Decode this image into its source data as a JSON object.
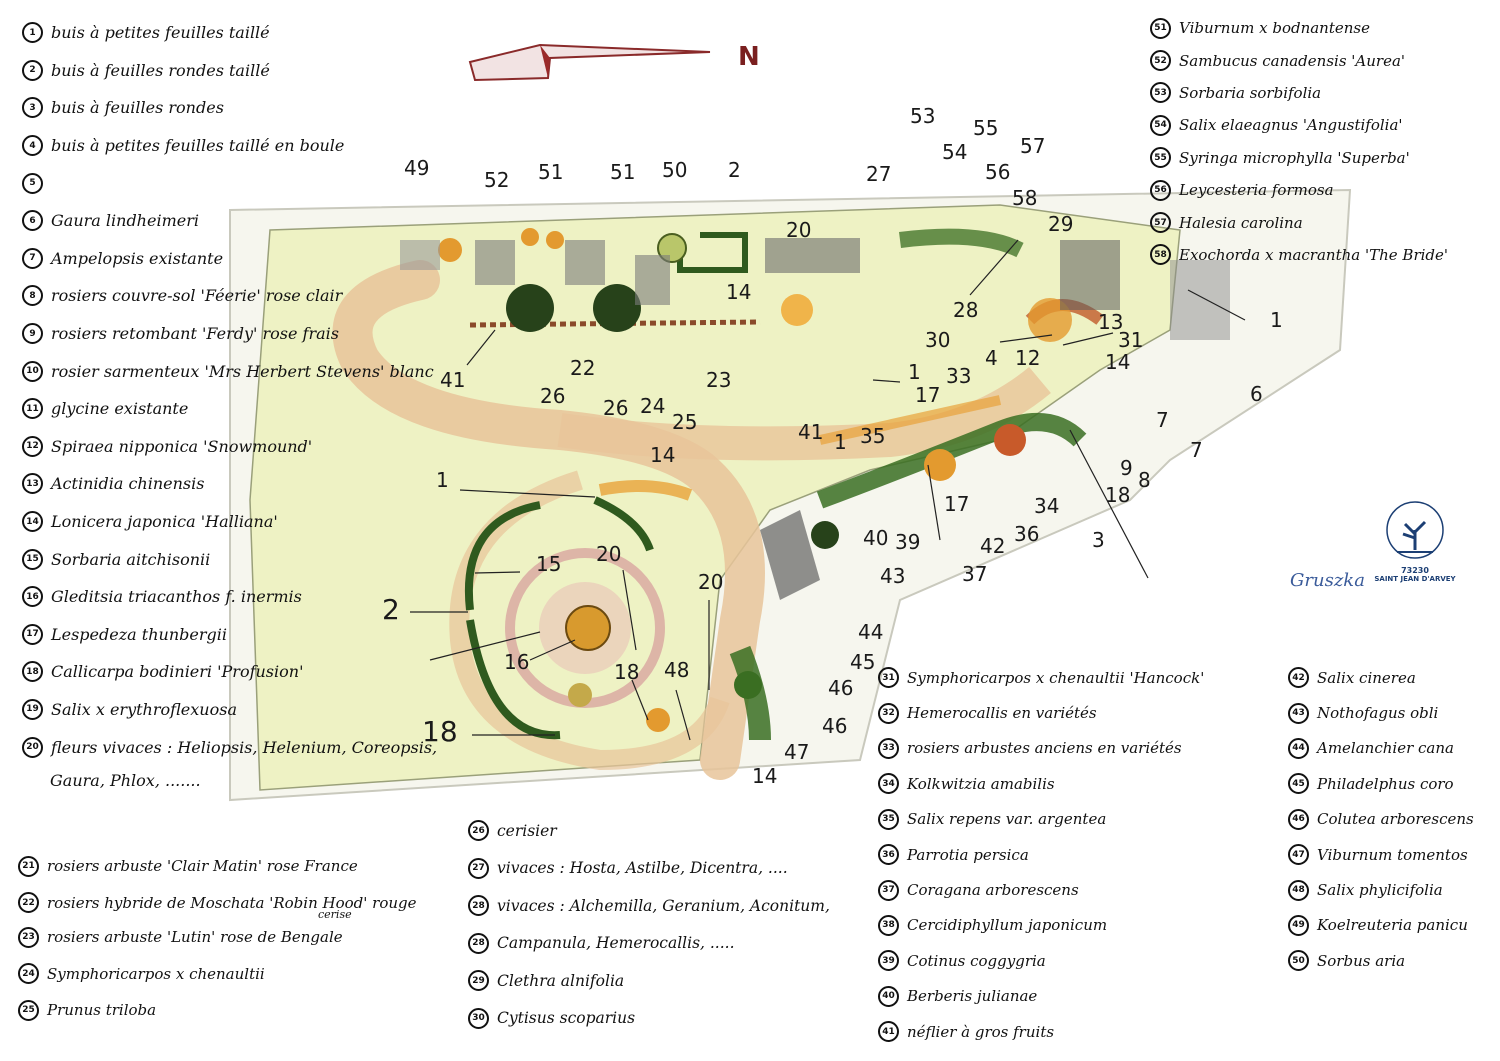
{
  "legend_a": [
    {
      "n": "1",
      "text": "buis à petites feuilles taillé"
    },
    {
      "n": "2",
      "text": "buis à feuilles rondes taillé"
    },
    {
      "n": "3",
      "text": "buis à feuilles rondes"
    },
    {
      "n": "4",
      "text": "buis à petites feuilles taillé en boule"
    },
    {
      "n": "5",
      "text": ""
    },
    {
      "n": "6",
      "text": "Gaura lindheimeri"
    },
    {
      "n": "7",
      "text": "Ampelopsis existante"
    },
    {
      "n": "8",
      "text": "rosiers couvre-sol 'Féerie' rose clair"
    },
    {
      "n": "9",
      "text": "rosiers retombant 'Ferdy' rose frais"
    },
    {
      "n": "10",
      "text": "rosier sarmenteux 'Mrs Herbert Stevens' blanc"
    },
    {
      "n": "11",
      "text": "glycine existante"
    },
    {
      "n": "12",
      "text": "Spiraea nipponica 'Snowmound'"
    },
    {
      "n": "13",
      "text": "Actinidia chinensis"
    },
    {
      "n": "14",
      "text": "Lonicera japonica 'Halliana'"
    },
    {
      "n": "15",
      "text": "Sorbaria aitchisonii"
    },
    {
      "n": "16",
      "text": "Gleditsia triacanthos f. inermis"
    },
    {
      "n": "17",
      "text": "Lespedeza thunbergii"
    },
    {
      "n": "18",
      "text": "Callicarpa bodinieri 'Profusion'"
    },
    {
      "n": "19",
      "text": "Salix x erythroflexuosa"
    },
    {
      "n": "20",
      "text": "fleurs vivaces : Heliopsis, Helenium, Coreopsis,"
    }
  ],
  "legend_a_cont": "Gaura, Phlox, .......",
  "legend_b": [
    {
      "n": "21",
      "text": "rosiers arbuste 'Clair Matin' rose France"
    },
    {
      "n": "22",
      "text": "rosiers hybride de Moschata 'Robin Hood' rouge"
    },
    {
      "n": "23",
      "text": "rosiers arbuste 'Lutin' rose de Bengale"
    },
    {
      "n": "24",
      "text": "Symphoricarpos x chenaultii"
    },
    {
      "n": "25",
      "text": "Prunus triloba"
    }
  ],
  "legend_b_sub": "cerise",
  "legend_c": [
    {
      "n": "26",
      "text": "cerisier"
    },
    {
      "n": "27",
      "text": "vivaces : Hosta, Astilbe, Dicentra, ...."
    },
    {
      "n": "28",
      "text": "vivaces : Alchemilla, Geranium, Aconitum,"
    },
    {
      "n": "28",
      "text": "Campanula, Hemerocallis, ....."
    },
    {
      "n": "29",
      "text": "Clethra alnifolia"
    },
    {
      "n": "30",
      "text": "Cytisus scoparius"
    }
  ],
  "legend_d": [
    {
      "n": "31",
      "text": "Symphoricarpos x chenaultii 'Hancock'"
    },
    {
      "n": "32",
      "text": "Hemerocallis en variétés"
    },
    {
      "n": "33",
      "text": "rosiers arbustes anciens en variétés"
    },
    {
      "n": "34",
      "text": "Kolkwitzia amabilis"
    },
    {
      "n": "35",
      "text": "Salix repens var. argentea"
    },
    {
      "n": "36",
      "text": "Parrotia persica"
    },
    {
      "n": "37",
      "text": "Coragana arborescens"
    },
    {
      "n": "38",
      "text": "Cercidiphyllum japonicum"
    },
    {
      "n": "39",
      "text": "Cotinus coggygria"
    },
    {
      "n": "40",
      "text": "Berberis julianae"
    },
    {
      "n": "41",
      "text": "néflier à gros fruits"
    }
  ],
  "legend_e": [
    {
      "n": "42",
      "text": "Salix cinerea"
    },
    {
      "n": "43",
      "text": "Nothofagus obli"
    },
    {
      "n": "44",
      "text": "Amelanchier cana"
    },
    {
      "n": "45",
      "text": "Philadelphus coro"
    },
    {
      "n": "46",
      "text": "Colutea arborescens"
    },
    {
      "n": "47",
      "text": "Viburnum tomentos"
    },
    {
      "n": "48",
      "text": "Salix phylicifolia"
    },
    {
      "n": "49",
      "text": "Koelreuteria panicu"
    },
    {
      "n": "50",
      "text": "Sorbus aria"
    }
  ],
  "legend_f": [
    {
      "n": "51",
      "text": "Viburnum x bodnantense"
    },
    {
      "n": "52",
      "text": "Sambucus canadensis 'Aurea'"
    },
    {
      "n": "53",
      "text": "Sorbaria sorbifolia"
    },
    {
      "n": "54",
      "text": "Salix elaeagnus 'Angustifolia'"
    },
    {
      "n": "55",
      "text": "Syringa microphylla 'Superba'"
    },
    {
      "n": "56",
      "text": "Leycesteria formosa"
    },
    {
      "n": "57",
      "text": "Halesia carolina"
    },
    {
      "n": "58",
      "text": "Exochorda x macrantha 'The Bride'"
    }
  ],
  "north_label": "N",
  "stamp": {
    "line1": "73230",
    "line2": "SAINT JEAN D'ARVEY"
  },
  "signature": "Gruszka",
  "colors": {
    "lawn": "#eef2c4",
    "path": "#e8c49a",
    "hedge": "#2f5a1e",
    "tree": "#27421a",
    "flower": "#e8a23a",
    "ink": "#111111",
    "stamp": "#1c3f74"
  },
  "callouts": [
    {
      "label": "49"
    },
    {
      "label": "52"
    },
    {
      "label": "51"
    },
    {
      "label": "51"
    },
    {
      "label": "50"
    },
    {
      "label": "2"
    },
    {
      "label": "20"
    },
    {
      "label": "27"
    },
    {
      "label": "53"
    },
    {
      "label": "55"
    },
    {
      "label": "54"
    },
    {
      "label": "57"
    },
    {
      "label": "56"
    },
    {
      "label": "58"
    },
    {
      "label": "29"
    },
    {
      "label": "14"
    },
    {
      "label": "28"
    },
    {
      "label": "30"
    },
    {
      "label": "13"
    },
    {
      "label": "31"
    },
    {
      "label": "1"
    },
    {
      "label": "6"
    },
    {
      "label": "4"
    },
    {
      "label": "12"
    },
    {
      "label": "14"
    },
    {
      "label": "41"
    },
    {
      "label": "26"
    },
    {
      "label": "22"
    },
    {
      "label": "26"
    },
    {
      "label": "24"
    },
    {
      "label": "25"
    },
    {
      "label": "23"
    },
    {
      "label": "1"
    },
    {
      "label": "33"
    },
    {
      "label": "17"
    },
    {
      "label": "35"
    },
    {
      "label": "1"
    },
    {
      "label": "41"
    },
    {
      "label": "7"
    },
    {
      "label": "7"
    },
    {
      "label": "9"
    },
    {
      "label": "8"
    },
    {
      "label": "18"
    },
    {
      "label": "1"
    },
    {
      "label": "14"
    },
    {
      "label": "17"
    },
    {
      "label": "40"
    },
    {
      "label": "39"
    },
    {
      "label": "42"
    },
    {
      "label": "34"
    },
    {
      "label": "36"
    },
    {
      "label": "3"
    },
    {
      "label": "37"
    },
    {
      "label": "43"
    },
    {
      "label": "44"
    },
    {
      "label": "45"
    },
    {
      "label": "46"
    },
    {
      "label": "46"
    },
    {
      "label": "47"
    },
    {
      "label": "14"
    },
    {
      "label": "15"
    },
    {
      "label": "20"
    },
    {
      "label": "20"
    },
    {
      "label": "2"
    },
    {
      "label": "16"
    },
    {
      "label": "18"
    },
    {
      "label": "48"
    },
    {
      "label": "18"
    }
  ]
}
